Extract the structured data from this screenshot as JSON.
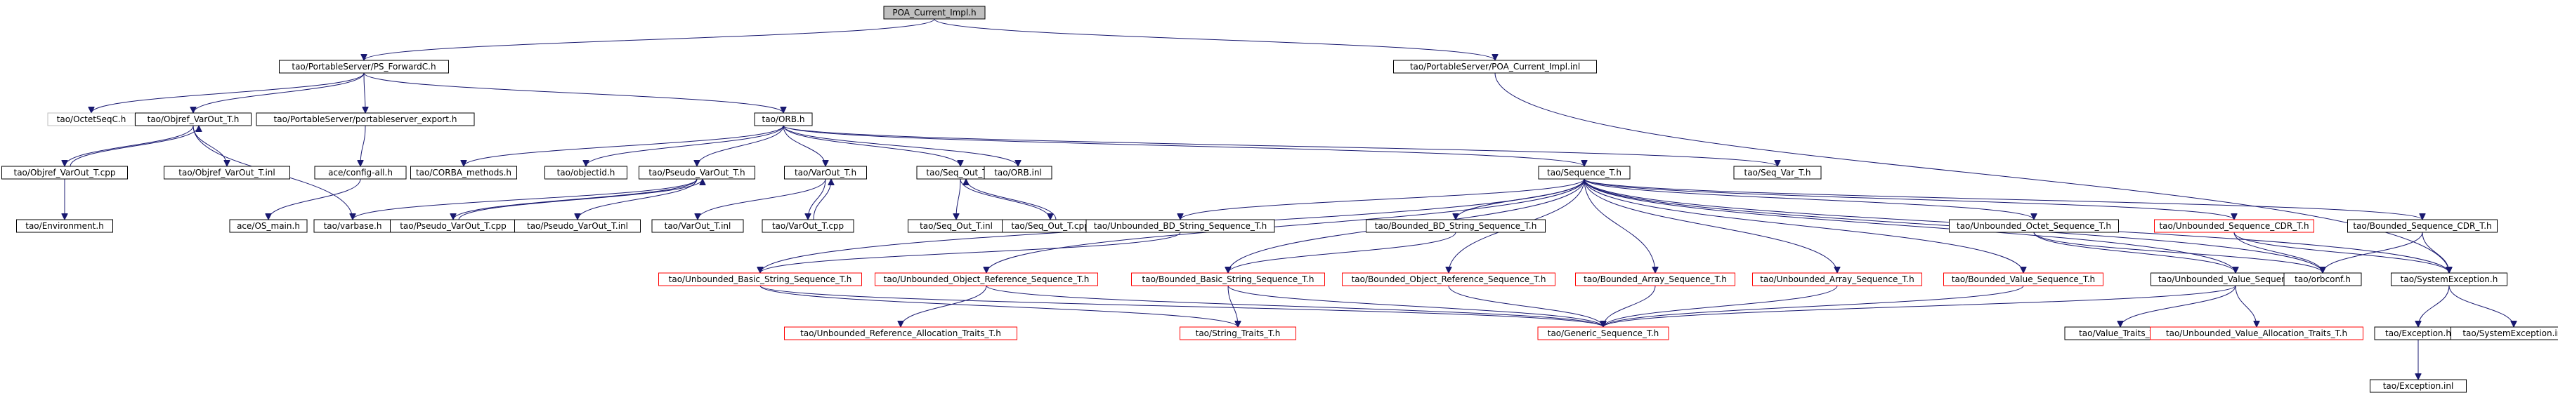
{
  "graph": {
    "nodes": [
      {
        "id": "root",
        "label": "POA_Current_Impl.h",
        "style": "root"
      },
      {
        "id": "psfwd",
        "label": "tao/PortableServer/PS_ForwardC.h",
        "style": "normal"
      },
      {
        "id": "poaimplinl",
        "label": "tao/PortableServer/POA_Current_Impl.inl",
        "style": "normal"
      },
      {
        "id": "octetseq",
        "label": "tao/OctetSeqC.h",
        "style": "gray"
      },
      {
        "id": "objvarout",
        "label": "tao/Objref_VarOut_T.h",
        "style": "normal"
      },
      {
        "id": "psexport",
        "label": "tao/PortableServer/portableserver_export.h",
        "style": "normal"
      },
      {
        "id": "orb",
        "label": "tao/ORB.h",
        "style": "normal"
      },
      {
        "id": "objvaroutcpp",
        "label": "tao/Objref_VarOut_T.cpp",
        "style": "normal"
      },
      {
        "id": "objvaroutinl",
        "label": "tao/Objref_VarOut_T.inl",
        "style": "normal"
      },
      {
        "id": "aceconfig",
        "label": "ace/config-all.h",
        "style": "normal"
      },
      {
        "id": "corbamethods",
        "label": "tao/CORBA_methods.h",
        "style": "normal"
      },
      {
        "id": "objectid",
        "label": "tao/objectid.h",
        "style": "normal"
      },
      {
        "id": "pseudovarout",
        "label": "tao/Pseudo_VarOut_T.h",
        "style": "normal"
      },
      {
        "id": "varout",
        "label": "tao/VarOut_T.h",
        "style": "normal"
      },
      {
        "id": "seqout",
        "label": "tao/Seq_Out_T.h",
        "style": "normal"
      },
      {
        "id": "orbinl",
        "label": "tao/ORB.inl",
        "style": "normal"
      },
      {
        "id": "sequence",
        "label": "tao/Sequence_T.h",
        "style": "normal"
      },
      {
        "id": "seqvar",
        "label": "tao/Seq_Var_T.h",
        "style": "normal"
      },
      {
        "id": "environment",
        "label": "tao/Environment.h",
        "style": "normal"
      },
      {
        "id": "osmain",
        "label": "ace/OS_main.h",
        "style": "normal"
      },
      {
        "id": "varbase",
        "label": "tao/varbase.h",
        "style": "normal"
      },
      {
        "id": "pseudovaroutcpp",
        "label": "tao/Pseudo_VarOut_T.cpp",
        "style": "normal"
      },
      {
        "id": "pseudovaroutinl",
        "label": "tao/Pseudo_VarOut_T.inl",
        "style": "normal"
      },
      {
        "id": "varoutinl",
        "label": "tao/VarOut_T.inl",
        "style": "normal"
      },
      {
        "id": "varoutcpp",
        "label": "tao/VarOut_T.cpp",
        "style": "normal"
      },
      {
        "id": "seqoutinl",
        "label": "tao/Seq_Out_T.inl",
        "style": "normal"
      },
      {
        "id": "seqoutcpp",
        "label": "tao/Seq_Out_T.cpp",
        "style": "normal"
      },
      {
        "id": "unbbdstr",
        "label": "tao/Unbounded_BD_String_Sequence_T.h",
        "style": "normal"
      },
      {
        "id": "bbdstr",
        "label": "tao/Bounded_BD_String_Sequence_T.h",
        "style": "normal"
      },
      {
        "id": "unboctet",
        "label": "tao/Unbounded_Octet_Sequence_T.h",
        "style": "normal"
      },
      {
        "id": "unbcdr",
        "label": "tao/Unbounded_Sequence_CDR_T.h",
        "style": "red"
      },
      {
        "id": "bcdr",
        "label": "tao/Bounded_Sequence_CDR_T.h",
        "style": "normal"
      },
      {
        "id": "unbbasicstr",
        "label": "tao/Unbounded_Basic_String_Sequence_T.h",
        "style": "red"
      },
      {
        "id": "unbobjref",
        "label": "tao/Unbounded_Object_Reference_Sequence_T.h",
        "style": "red"
      },
      {
        "id": "bbasicstr",
        "label": "tao/Bounded_Basic_String_Sequence_T.h",
        "style": "red"
      },
      {
        "id": "bobjref",
        "label": "tao/Bounded_Object_Reference_Sequence_T.h",
        "style": "red"
      },
      {
        "id": "barray",
        "label": "tao/Bounded_Array_Sequence_T.h",
        "style": "red"
      },
      {
        "id": "unbarray",
        "label": "tao/Unbounded_Array_Sequence_T.h",
        "style": "red"
      },
      {
        "id": "bvalue",
        "label": "tao/Bounded_Value_Sequence_T.h",
        "style": "red"
      },
      {
        "id": "unbvalue",
        "label": "tao/Unbounded_Value_Sequence_T.h",
        "style": "normal"
      },
      {
        "id": "orbconf",
        "label": "tao/orbconf.h",
        "style": "normal"
      },
      {
        "id": "sysexc",
        "label": "tao/SystemException.h",
        "style": "normal"
      },
      {
        "id": "unbrefalloc",
        "label": "tao/Unbounded_Reference_Allocation_Traits_T.h",
        "style": "red"
      },
      {
        "id": "strtraits",
        "label": "tao/String_Traits_T.h",
        "style": "red"
      },
      {
        "id": "generic",
        "label": "tao/Generic_Sequence_T.h",
        "style": "red"
      },
      {
        "id": "valuetraits",
        "label": "tao/Value_Traits_T.h",
        "style": "normal"
      },
      {
        "id": "unbvalalloc",
        "label": "tao/Unbounded_Value_Allocation_Traits_T.h",
        "style": "red"
      },
      {
        "id": "exception",
        "label": "tao/Exception.h",
        "style": "normal"
      },
      {
        "id": "sysexcinl",
        "label": "tao/SystemException.inl",
        "style": "normal"
      },
      {
        "id": "exceptioninl",
        "label": "tao/Exception.inl",
        "style": "normal"
      }
    ],
    "edges": [
      [
        "root",
        "psfwd"
      ],
      [
        "root",
        "poaimplinl"
      ],
      [
        "psfwd",
        "octetseq"
      ],
      [
        "psfwd",
        "objvarout"
      ],
      [
        "psfwd",
        "psexport"
      ],
      [
        "psfwd",
        "orb"
      ],
      [
        "poaimplinl",
        "sysexc"
      ],
      [
        "objvarout",
        "objvaroutcpp"
      ],
      [
        "objvarout",
        "objvaroutinl"
      ],
      [
        "objvarout",
        "varbase"
      ],
      [
        "objvaroutcpp",
        "objvarout"
      ],
      [
        "objvaroutcpp",
        "environment"
      ],
      [
        "psexport",
        "aceconfig"
      ],
      [
        "aceconfig",
        "osmain"
      ],
      [
        "orb",
        "corbamethods"
      ],
      [
        "orb",
        "objectid"
      ],
      [
        "orb",
        "pseudovarout"
      ],
      [
        "orb",
        "varout"
      ],
      [
        "orb",
        "seqout"
      ],
      [
        "orb",
        "orbinl"
      ],
      [
        "orb",
        "sequence"
      ],
      [
        "orb",
        "seqvar"
      ],
      [
        "pseudovarout",
        "varbase"
      ],
      [
        "pseudovarout",
        "pseudovaroutcpp"
      ],
      [
        "pseudovarout",
        "pseudovaroutinl"
      ],
      [
        "pseudovaroutcpp",
        "pseudovarout"
      ],
      [
        "varout",
        "varoutinl"
      ],
      [
        "varout",
        "varoutcpp"
      ],
      [
        "varoutcpp",
        "varout"
      ],
      [
        "seqout",
        "seqoutinl"
      ],
      [
        "seqout",
        "seqoutcpp"
      ],
      [
        "seqoutcpp",
        "seqout"
      ],
      [
        "sequence",
        "unbbdstr"
      ],
      [
        "sequence",
        "bbdstr"
      ],
      [
        "sequence",
        "unboctet"
      ],
      [
        "sequence",
        "unbcdr"
      ],
      [
        "sequence",
        "bcdr"
      ],
      [
        "sequence",
        "unbbasicstr"
      ],
      [
        "sequence",
        "unbobjref"
      ],
      [
        "sequence",
        "bbasicstr"
      ],
      [
        "sequence",
        "bobjref"
      ],
      [
        "sequence",
        "barray"
      ],
      [
        "sequence",
        "unbarray"
      ],
      [
        "sequence",
        "bvalue"
      ],
      [
        "sequence",
        "unbvalue"
      ],
      [
        "sequence",
        "orbconf"
      ],
      [
        "sequence",
        "sysexc"
      ],
      [
        "unbbdstr",
        "unbbasicstr"
      ],
      [
        "bbdstr",
        "bbasicstr"
      ],
      [
        "unboctet",
        "unbvalue"
      ],
      [
        "unboctet",
        "orbconf"
      ],
      [
        "unbcdr",
        "orbconf"
      ],
      [
        "unbcdr",
        "sysexc"
      ],
      [
        "bcdr",
        "orbconf"
      ],
      [
        "bcdr",
        "sysexc"
      ],
      [
        "unbbasicstr",
        "strtraits"
      ],
      [
        "unbbasicstr",
        "generic"
      ],
      [
        "unbobjref",
        "unbrefalloc"
      ],
      [
        "unbobjref",
        "generic"
      ],
      [
        "bbasicstr",
        "strtraits"
      ],
      [
        "bbasicstr",
        "generic"
      ],
      [
        "bobjref",
        "generic"
      ],
      [
        "barray",
        "generic"
      ],
      [
        "unbarray",
        "generic"
      ],
      [
        "bvalue",
        "generic"
      ],
      [
        "unbvalue",
        "generic"
      ],
      [
        "unbvalue",
        "valuetraits"
      ],
      [
        "unbvalue",
        "unbvalalloc"
      ],
      [
        "sysexc",
        "exception"
      ],
      [
        "sysexc",
        "sysexcinl"
      ],
      [
        "exception",
        "exceptioninl"
      ]
    ]
  }
}
